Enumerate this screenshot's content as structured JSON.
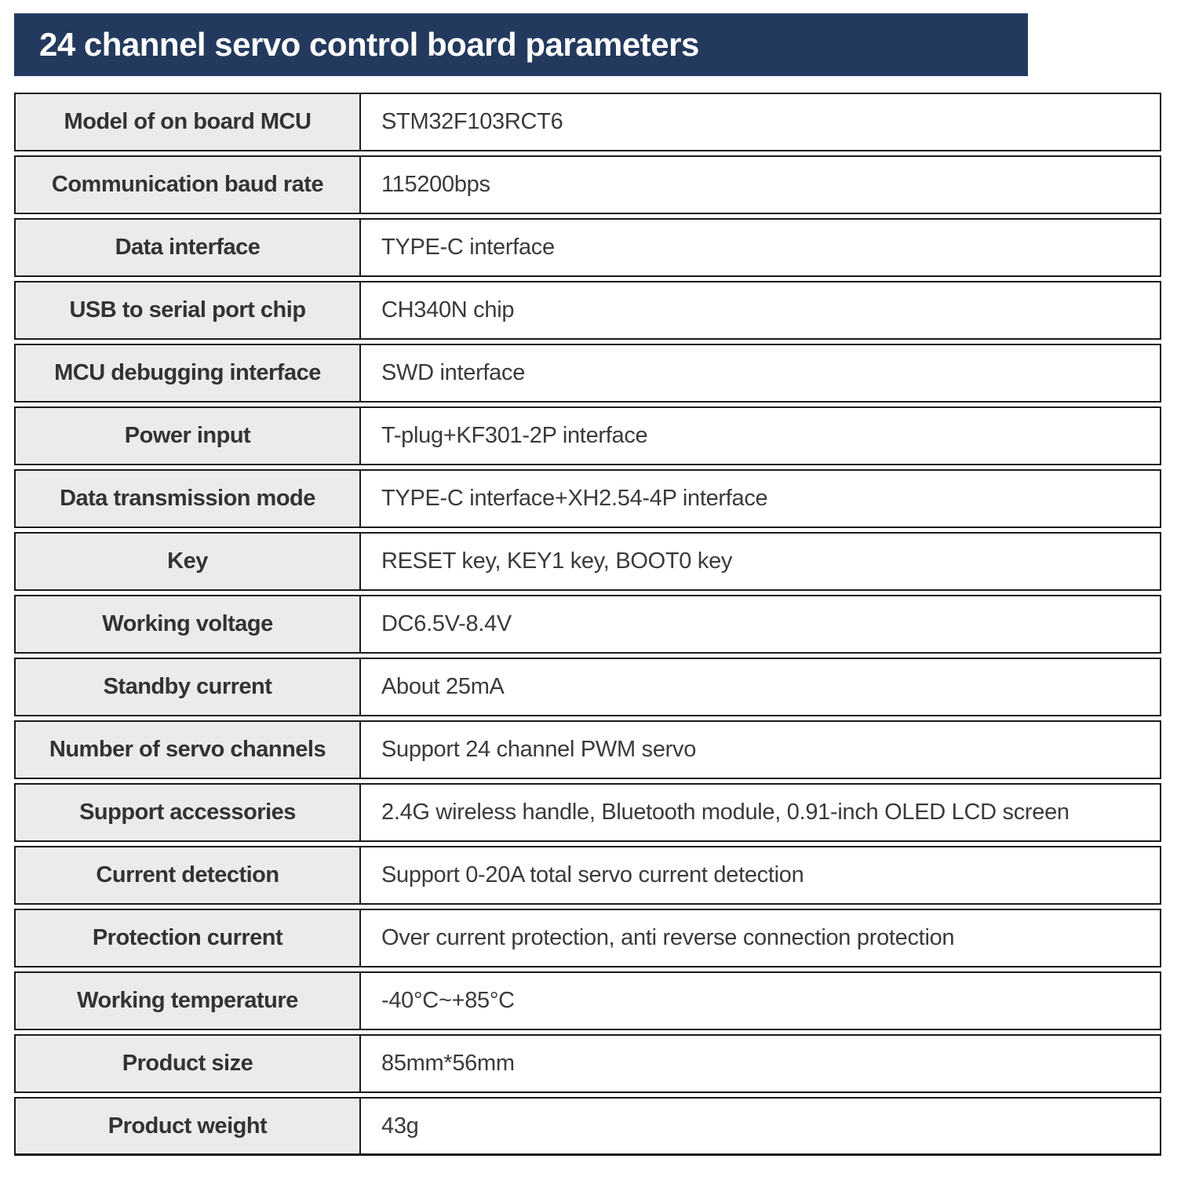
{
  "colors": {
    "accent": "#233a5e",
    "border": "#1a1a1a",
    "label_bg": "#ebebeb",
    "text": "#333333",
    "value_text": "#3a3a3a"
  },
  "header": {
    "title": "24 channel servo control board parameters"
  },
  "table": {
    "rows": [
      {
        "label": "Model of on board MCU",
        "value": "STM32F103RCT6"
      },
      {
        "label": "Communication baud rate",
        "value": "115200bps"
      },
      {
        "label": "Data interface",
        "value": "TYPE-C interface"
      },
      {
        "label": "USB to serial port chip",
        "value": "CH340N chip"
      },
      {
        "label": "MCU debugging interface",
        "value": "SWD interface"
      },
      {
        "label": "Power input",
        "value": "T-plug+KF301-2P interface"
      },
      {
        "label": "Data transmission mode",
        "value": "TYPE-C interface+XH2.54-4P interface"
      },
      {
        "label": "Key",
        "value": "RESET key, KEY1 key, BOOT0 key"
      },
      {
        "label": "Working voltage",
        "value": "DC6.5V-8.4V"
      },
      {
        "label": "Standby current",
        "value": "About 25mA"
      },
      {
        "label": "Number of servo channels",
        "value": "Support 24 channel PWM servo"
      },
      {
        "label": "Support accessories",
        "value": "2.4G wireless handle, Bluetooth module, 0.91-inch OLED LCD screen"
      },
      {
        "label": "Current detection",
        "value": "Support 0-20A total servo current detection"
      },
      {
        "label": "Protection current",
        "value": "Over current protection, anti reverse connection protection"
      },
      {
        "label": "Working temperature",
        "value": "-40°C~+85°C"
      },
      {
        "label": "Product size",
        "value": "85mm*56mm"
      },
      {
        "label": "Product weight",
        "value": "43g"
      }
    ]
  }
}
